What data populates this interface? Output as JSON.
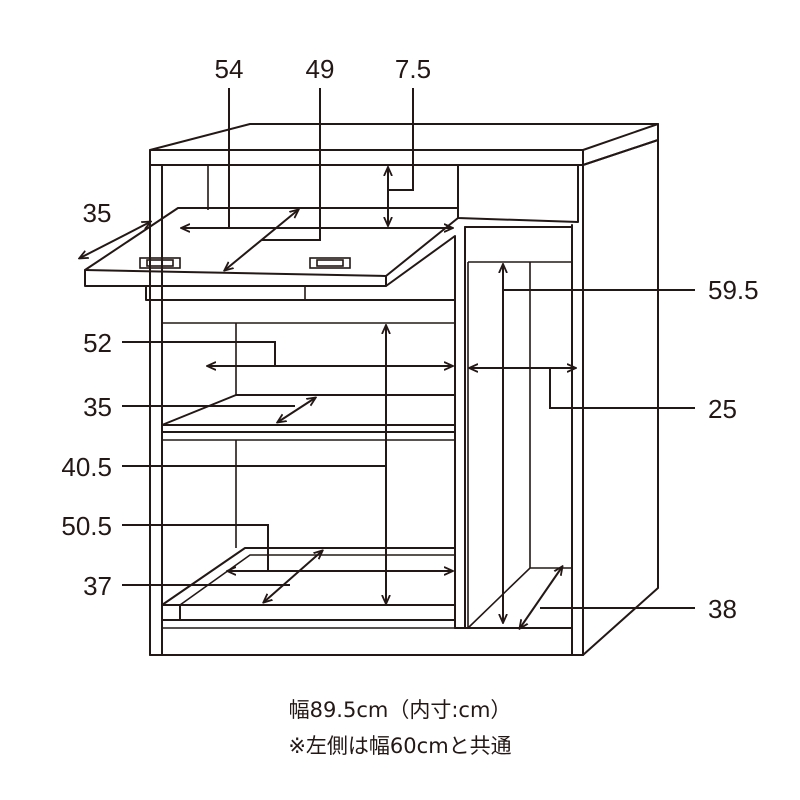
{
  "dimensions": {
    "top_width": "54",
    "top_diagonal": "49",
    "top_gap": "7.5",
    "top_depth": "35",
    "right_height": "59.5",
    "mid_width": "52",
    "right_width": "25",
    "mid_depth": "35",
    "left_height": "40.5",
    "bottom_width": "50.5",
    "bottom_depth": "37",
    "right_depth": "38"
  },
  "caption": {
    "line1": "幅89.5cm（内寸:cm）",
    "line2": "※左側は幅60cmと共通"
  }
}
